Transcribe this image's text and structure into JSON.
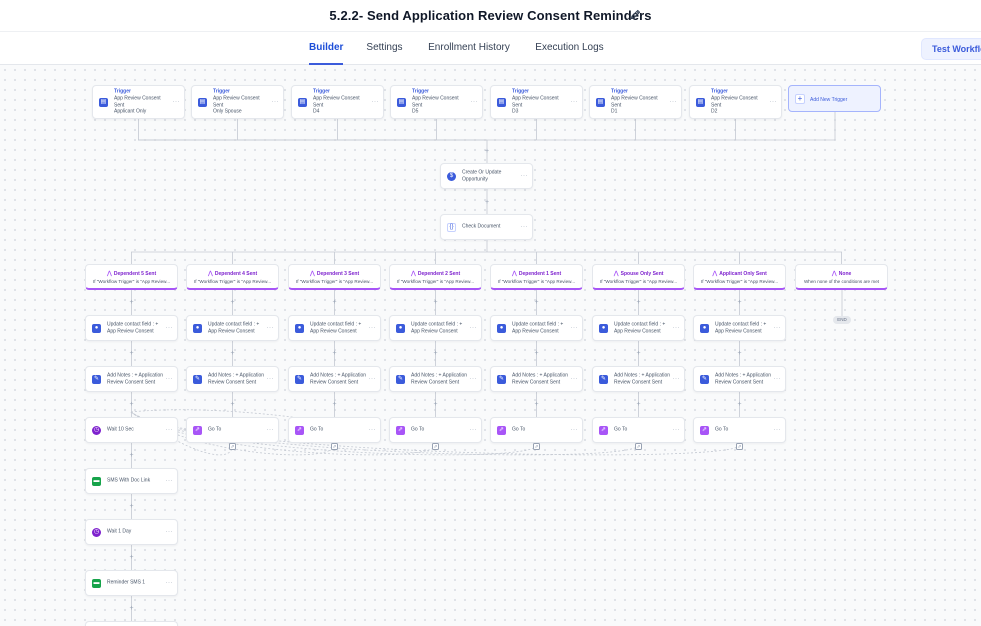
{
  "header": {
    "title": "5.2.2- Send Application Review Consent Reminders",
    "tabs": [
      {
        "label": "Builder",
        "active": true
      },
      {
        "label": "Settings",
        "active": false
      },
      {
        "label": "Enrollment History",
        "active": false
      },
      {
        "label": "Execution Logs",
        "active": false
      }
    ],
    "test_button": "Test Workflow"
  },
  "triggers": [
    {
      "title": "Trigger",
      "line1": "App Review Consent Sent",
      "line2": "Applicant Only"
    },
    {
      "title": "Trigger",
      "line1": "App Review Consent Sent",
      "line2": "Only Spouse"
    },
    {
      "title": "Trigger",
      "line1": "App Review Consent Sent",
      "line2": "D4"
    },
    {
      "title": "Trigger",
      "line1": "App Review Consent Sent",
      "line2": "D5"
    },
    {
      "title": "Trigger",
      "line1": "App Review Consent Sent",
      "line2": "D3"
    },
    {
      "title": "Trigger",
      "line1": "App Review Consent Sent",
      "line2": "D1"
    },
    {
      "title": "Trigger",
      "line1": "App Review Consent Sent",
      "line2": "D2"
    }
  ],
  "add_trigger_label": "Add New Trigger",
  "actions": {
    "opportunity": "Create Or Update Opportunity",
    "check_document": "Check Document"
  },
  "branches": [
    {
      "name": "Dependent 5 Sent",
      "condition": "If \"Workflow Trigger\" is \"App Review..."
    },
    {
      "name": "Dependent 4 Sent",
      "condition": "If \"Workflow Trigger\" is \"App Review..."
    },
    {
      "name": "Dependent 3 Sent",
      "condition": "If \"Workflow Trigger\" is \"App Review..."
    },
    {
      "name": "Dependent 2 Sent",
      "condition": "If \"Workflow Trigger\" is \"App Review..."
    },
    {
      "name": "Dependent 1 Sent",
      "condition": "If \"Workflow Trigger\" is \"App Review..."
    },
    {
      "name": "Spouse Only Sent",
      "condition": "If \"Workflow Trigger\" is \"App Review..."
    },
    {
      "name": "Applicant Only Sent",
      "condition": "If \"Workflow Trigger\" is \"App Review..."
    },
    {
      "name": "None",
      "condition": "When none of the conditions are met"
    }
  ],
  "step_labels": {
    "update_field": "Update contact field : + App Review Consent",
    "add_notes": "Add Notes : + Application Review Consent Sent",
    "go_to": "Go To",
    "end": "END"
  },
  "left_chain": [
    "Wait 10 Sec",
    "SMS With Doc Link",
    "Wait 1 Day",
    "Reminder SMS 1"
  ],
  "icon_colors": {
    "trigger": "#3b5bdb",
    "action": "#3b5bdb",
    "goto": "#a855f7",
    "wait": "#7e22ce",
    "sms": "#16a34a"
  }
}
